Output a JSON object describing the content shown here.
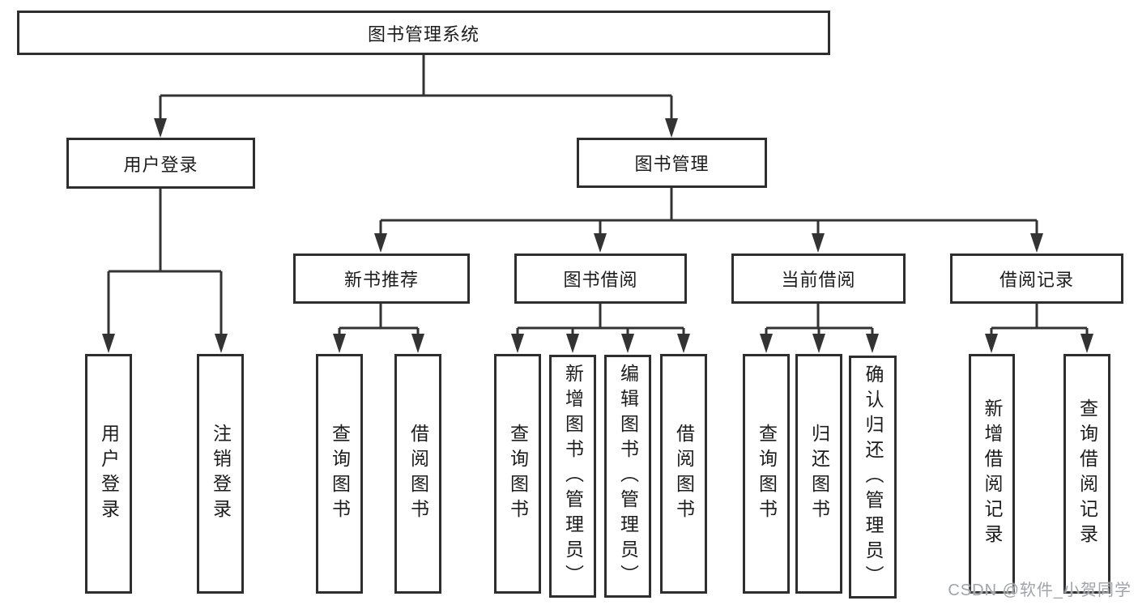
{
  "diagram": {
    "type": "tree",
    "colors": {
      "line": "#333333",
      "box_border": "#2e2e2e",
      "background": "#ffffff",
      "text": "#1c1c1c",
      "watermark": "#a0a4aa"
    },
    "watermark": "CSDN @软件_小贺同学",
    "nodes": {
      "root": {
        "label": "图书管理系统"
      },
      "user_login": {
        "label": "用户登录"
      },
      "book_management": {
        "label": "图书管理"
      },
      "new_book_recommend": {
        "label": "新书推荐"
      },
      "book_borrow": {
        "label": "图书借阅"
      },
      "current_borrow": {
        "label": "当前借阅"
      },
      "borrow_records": {
        "label": "借阅记录"
      },
      "leaf_user_login": {
        "label": "用户登录"
      },
      "leaf_logout": {
        "label": "注销登录"
      },
      "leaf_newrec_query_books": {
        "label": "查询图书"
      },
      "leaf_newrec_borrow_books": {
        "label": "借阅图书"
      },
      "leaf_borrow_query_books": {
        "label": "查询图书"
      },
      "leaf_borrow_add_books_admin": {
        "label": "新增图书（管理员）"
      },
      "leaf_borrow_edit_books_admin": {
        "label": "编辑图书（管理员）"
      },
      "leaf_borrow_borrow_books": {
        "label": "借阅图书"
      },
      "leaf_current_query_books": {
        "label": "查询图书"
      },
      "leaf_current_return_books": {
        "label": "归还图书"
      },
      "leaf_current_confirm_return_admin": {
        "label": "确认归还（管理员）"
      },
      "leaf_records_add_record": {
        "label": "新增借阅记录"
      },
      "leaf_records_query_record": {
        "label": "查询借阅记录"
      }
    },
    "edges": [
      "图书管理系统 -> 用户登录",
      "图书管理系统 -> 图书管理",
      "用户登录 -> 用户登录(叶), 注销登录",
      "图书管理 -> 新书推荐, 图书借阅, 当前借阅, 借阅记录",
      "新书推荐 -> 查询图书, 借阅图书",
      "图书借阅 -> 查询图书, 新增图书（管理员）, 编辑图书（管理员）, 借阅图书",
      "当前借阅 -> 查询图书, 归还图书, 确认归还（管理员）",
      "借阅记录 -> 新增借阅记录, 查询借阅记录"
    ]
  }
}
